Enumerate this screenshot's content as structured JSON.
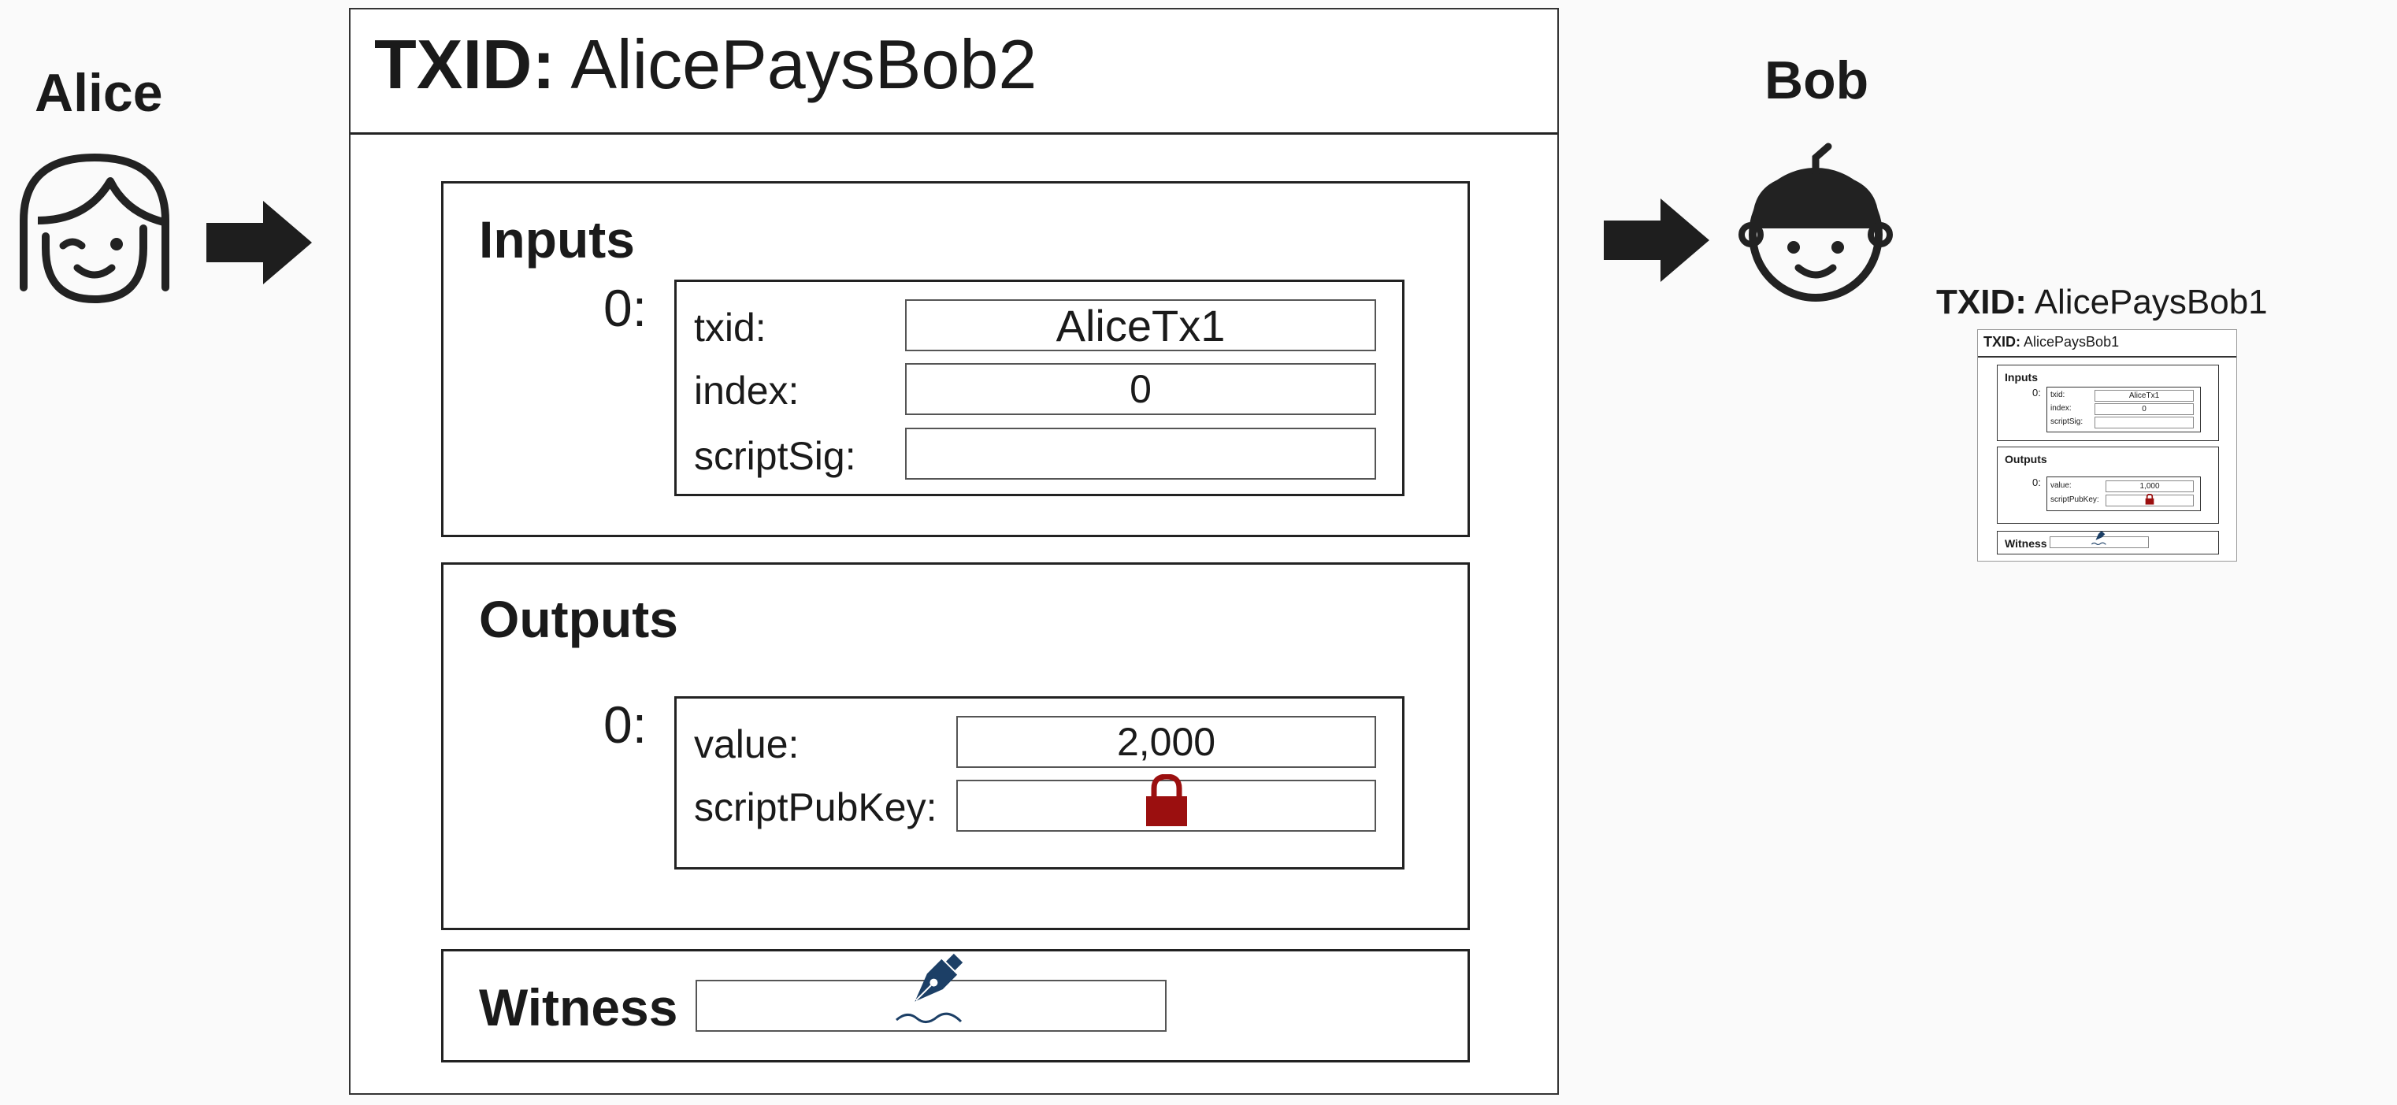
{
  "alice": {
    "name": "Alice"
  },
  "bob": {
    "name": "Bob"
  },
  "transaction": {
    "txid_key": "TXID:",
    "txid_value": "AlicePaysBob2",
    "inputs": {
      "title": "Inputs",
      "items": [
        {
          "index": "0:",
          "txid_label": "txid:",
          "txid_value": "AliceTx1",
          "index_label": "index:",
          "index_value": "0",
          "scriptsig_label": "scriptSig:",
          "scriptsig_value": ""
        }
      ]
    },
    "outputs": {
      "title": "Outputs",
      "items": [
        {
          "index": "0:",
          "value_label": "value:",
          "value": "2,000",
          "scriptpubkey_label": "scriptPubKey:",
          "scriptpubkey_icon": "padlock-icon"
        }
      ]
    },
    "witness": {
      "title": "Witness",
      "icon": "fountain-pen-icon"
    }
  },
  "previous_transaction": {
    "txid_key": "TXID:",
    "txid_value": "AlicePaysBob1",
    "inputs": {
      "title": "Inputs",
      "items": [
        {
          "index": "0:",
          "txid_label": "txid:",
          "txid_value": "AliceTx1",
          "index_label": "index:",
          "index_value": "0",
          "scriptsig_label": "scriptSig:",
          "scriptsig_value": ""
        }
      ]
    },
    "outputs": {
      "title": "Outputs",
      "items": [
        {
          "index": "0:",
          "value_label": "value:",
          "value": "1,000",
          "scriptpubkey_label": "scriptPubKey:",
          "scriptpubkey_icon": "padlock-icon"
        }
      ]
    },
    "witness": {
      "title": "Witness",
      "icon": "fountain-pen-icon"
    }
  },
  "colors": {
    "lock": "#9b0f0f",
    "pen": "#1c3f66",
    "ink": "#222222"
  }
}
